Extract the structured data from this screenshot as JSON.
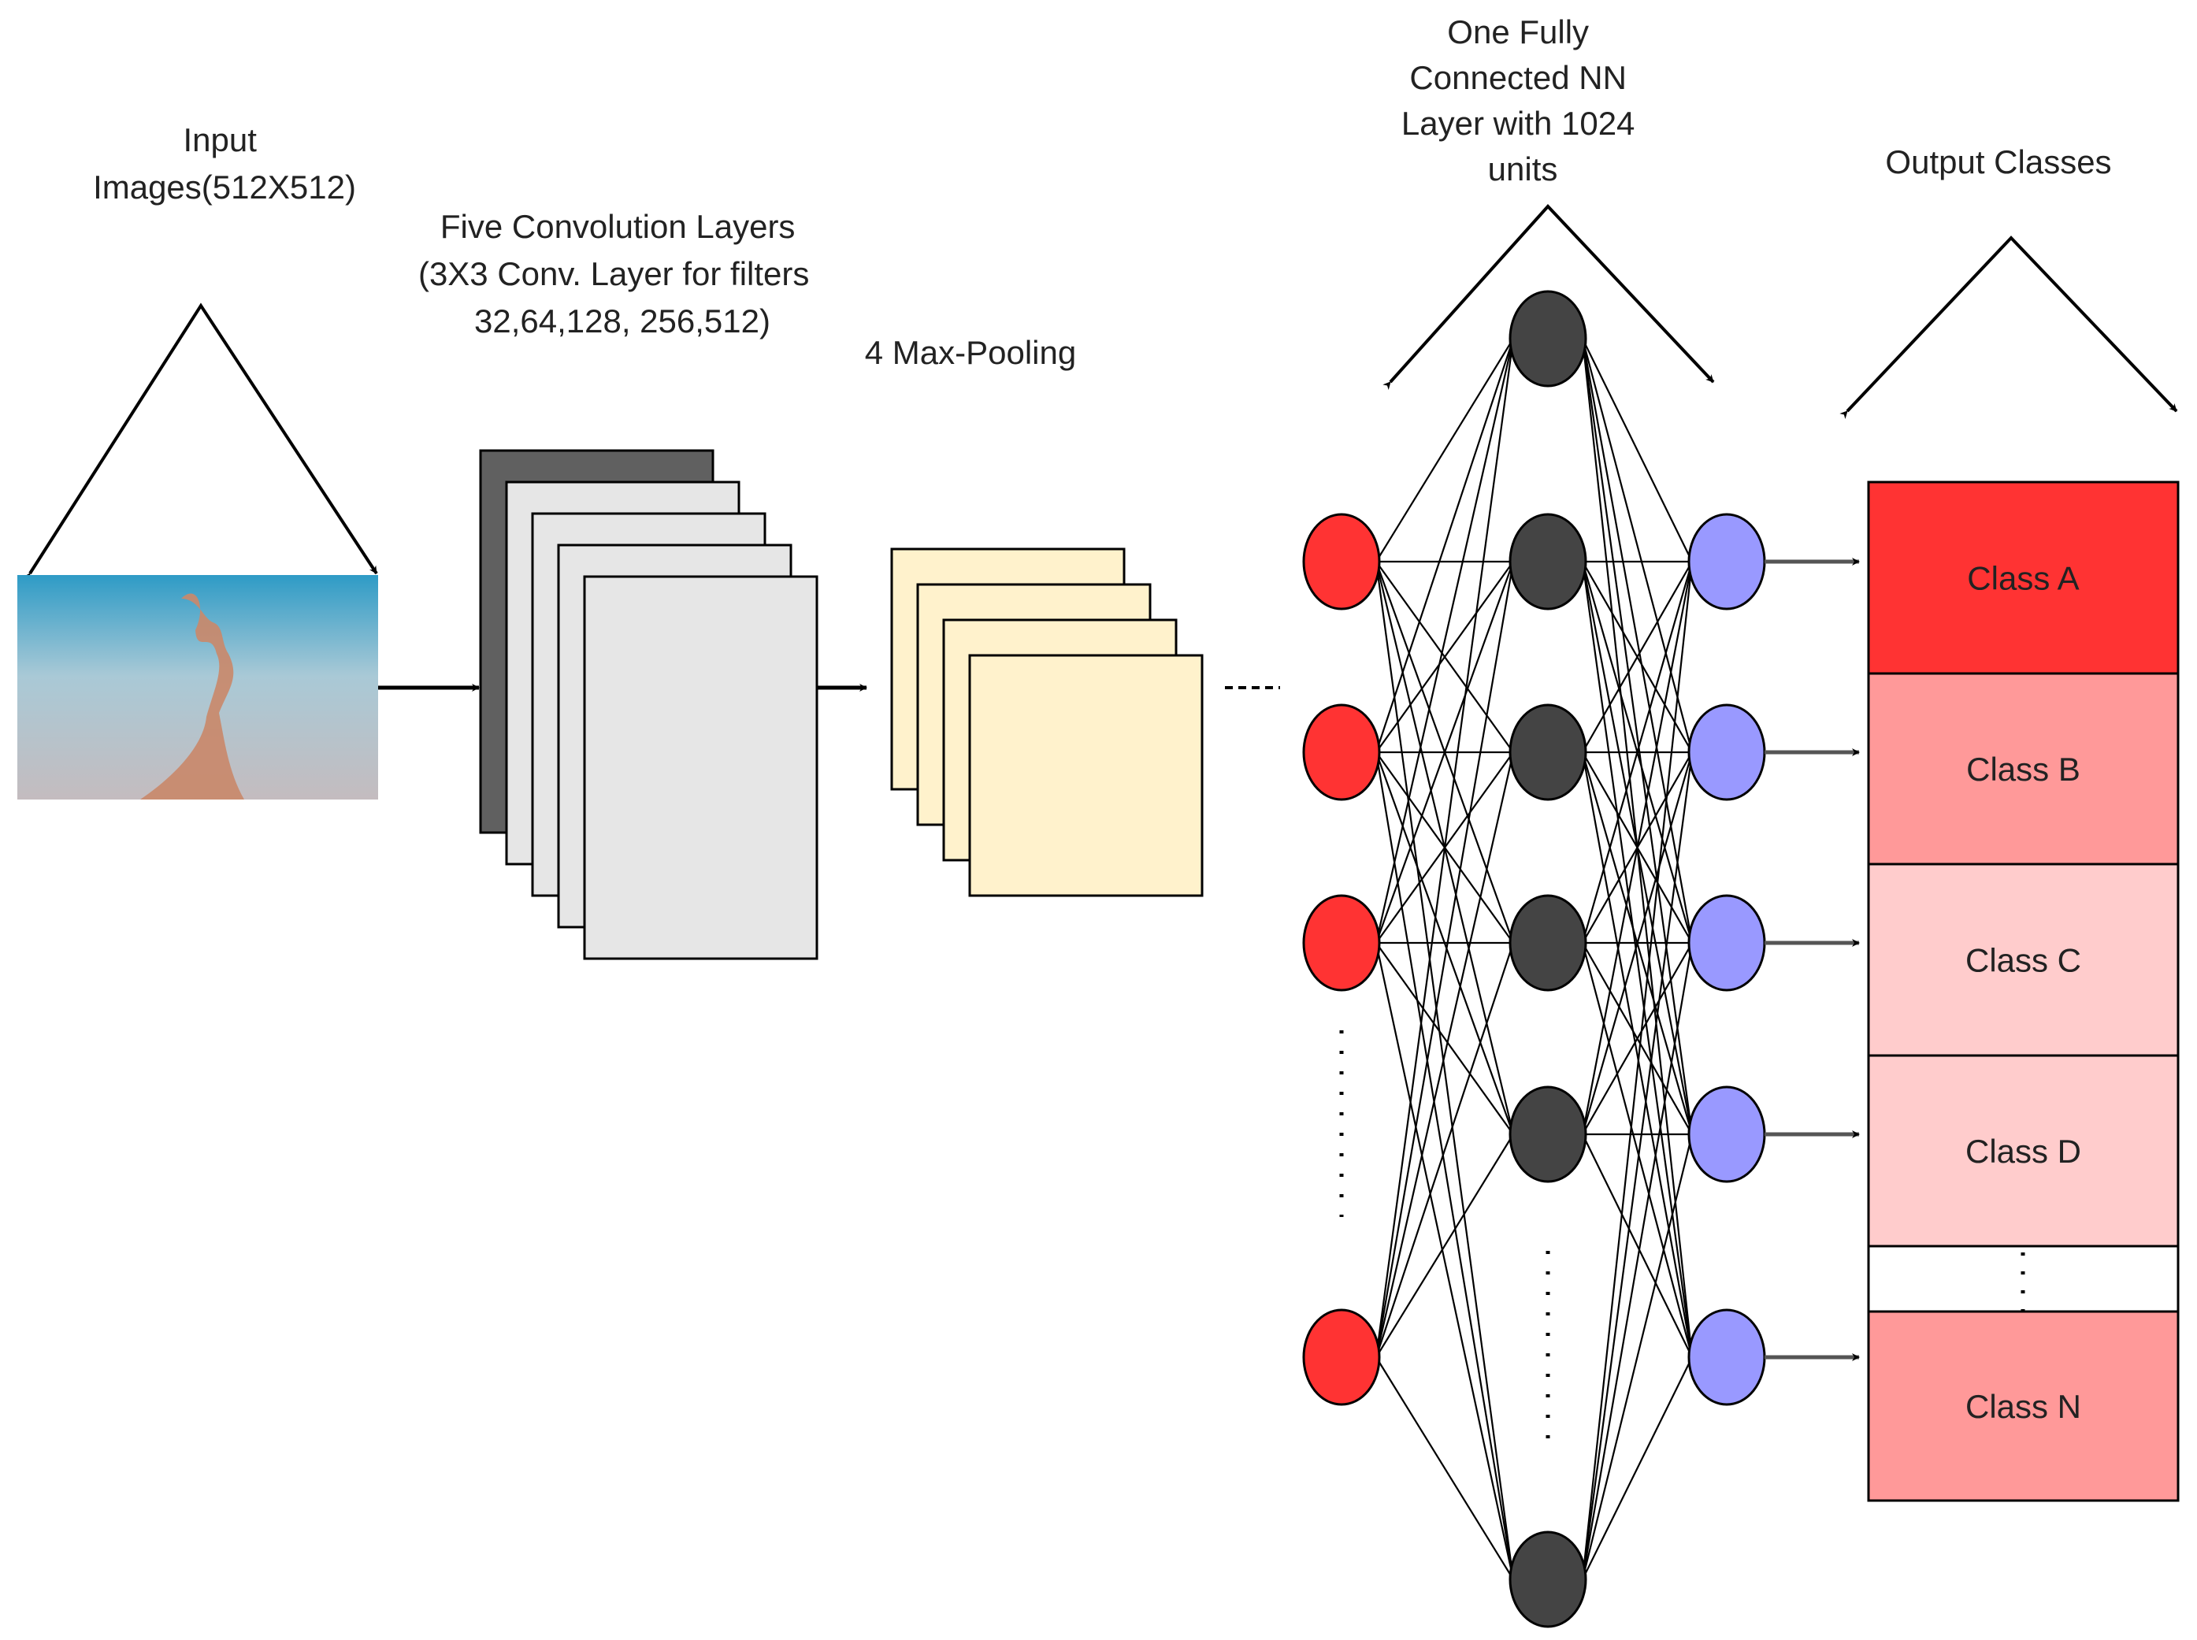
{
  "labels": {
    "input": [
      "Input",
      "Images(512X512)"
    ],
    "conv": [
      "Five Convolution Layers",
      "(3X3 Conv. Layer for filters",
      "32,64,128, 256,512)"
    ],
    "pool": [
      "4 Max-Pooling"
    ],
    "fc": [
      "One Fully",
      "Connected NN",
      "Layer with 1024",
      "units"
    ],
    "output": [
      "Output Classes"
    ]
  },
  "classes": [
    {
      "name": "Class A",
      "color": "#ff3333"
    },
    {
      "name": "Class B",
      "color": "#ff9999"
    },
    {
      "name": "Class C",
      "color": "#ffcccc"
    },
    {
      "name": "Class D",
      "color": "#ffcccc"
    },
    {
      "name": "Class N",
      "color": "#ff9999"
    }
  ],
  "colors": {
    "input_node": "#ff3333",
    "hidden_node": "#444444",
    "output_node": "#9999ff",
    "conv_back": "#606060",
    "conv_front": "#e6e6e6",
    "pool_fill": "#fff2cc",
    "line": "#000000"
  },
  "icons": {
    "input_image": "hand-photo-icon"
  }
}
